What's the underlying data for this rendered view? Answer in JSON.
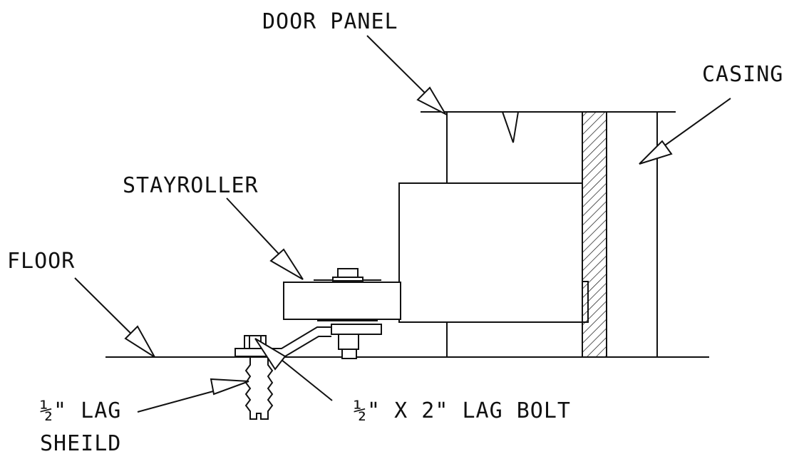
{
  "labels": {
    "door_panel": "DOOR PANEL",
    "casing": "CASING",
    "stayroller": "STAYROLLER",
    "floor": "FLOOR",
    "lag_shield_line1": "½\" LAG",
    "lag_shield_line2": "SHEILD",
    "lag_bolt": "½\" X 2\" LAG BOLT"
  },
  "fraction": {
    "numerator": "1",
    "denominator": "2"
  },
  "colors": {
    "ink": "#111111",
    "background": "#ffffff"
  }
}
